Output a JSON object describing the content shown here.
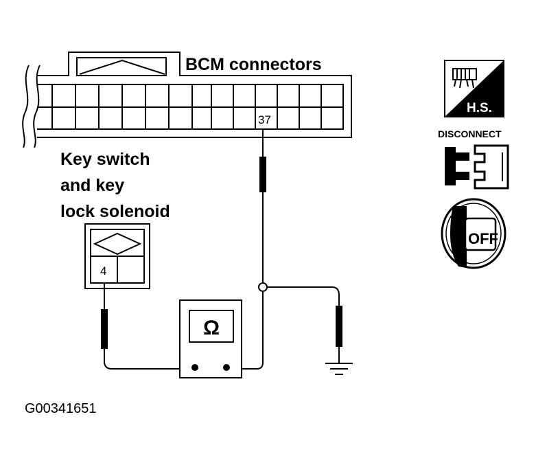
{
  "labels": {
    "bcm_connectors": "BCM connectors",
    "key_switch_line1": "Key switch",
    "key_switch_line2": "and key",
    "key_switch_line3": "lock solenoid",
    "figure_code": "G00341651"
  },
  "pins": {
    "bcm_pin": "37",
    "solenoid_pin": "4"
  },
  "meter": {
    "symbol": "Ω",
    "icon": "ohmmeter-icon"
  },
  "status_icons": {
    "harness": {
      "icon": "harness-connector-icon",
      "text": "H.S."
    },
    "disconnect": {
      "icon": "disconnect-connector-icon",
      "text": "DISCONNECT"
    },
    "ignition": {
      "icon": "ignition-off-icon",
      "text": "OFF"
    }
  }
}
